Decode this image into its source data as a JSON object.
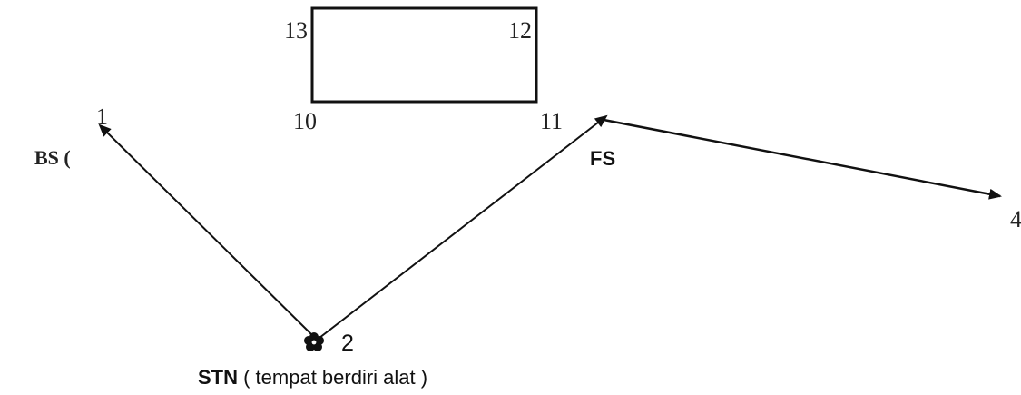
{
  "diagram": {
    "rectangle_corners": {
      "c13": "13",
      "c12": "12",
      "c10": "10",
      "c11": "11"
    },
    "points": {
      "p1": "1",
      "p2": "2",
      "p4": "4"
    },
    "labels": {
      "bs": "BS (",
      "fs": "FS",
      "stn_bold": "STN",
      "stn_rest": " ( tempat berdiri alat )"
    },
    "station_icon": "flower-icon",
    "colors": {
      "line": "#111111",
      "text": "#222222"
    }
  }
}
